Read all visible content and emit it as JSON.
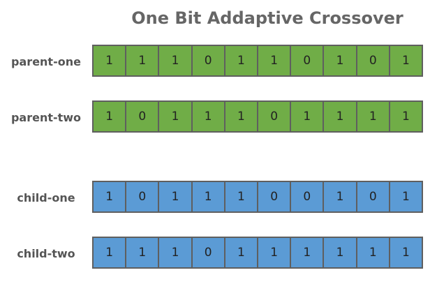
{
  "title": "One Bit Addaptive Crossover",
  "colors": {
    "parent_fill": "#70ad47",
    "child_fill": "#5b9bd5",
    "border": "#5f5f5f",
    "label_text": "#555555",
    "title_text": "#666666"
  },
  "rows": [
    {
      "label": "parent-one",
      "kind": "parent",
      "bits": [
        "1",
        "1",
        "1",
        "0",
        "1",
        "1",
        "0",
        "1",
        "0",
        "1"
      ]
    },
    {
      "label": "parent-two",
      "kind": "parent",
      "bits": [
        "1",
        "0",
        "1",
        "1",
        "1",
        "0",
        "1",
        "1",
        "1",
        "1"
      ]
    },
    {
      "label": "child-one",
      "kind": "child",
      "bits": [
        "1",
        "0",
        "1",
        "1",
        "1",
        "0",
        "0",
        "1",
        "0",
        "1"
      ]
    },
    {
      "label": "child-two",
      "kind": "child",
      "bits": [
        "1",
        "1",
        "1",
        "0",
        "1",
        "1",
        "1",
        "1",
        "1",
        "1"
      ]
    }
  ]
}
